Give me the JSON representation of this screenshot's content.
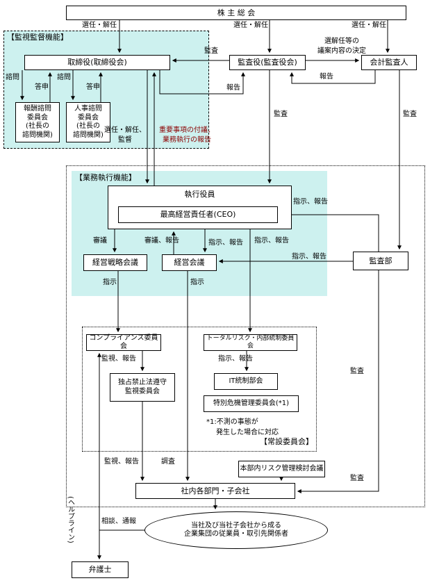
{
  "colors": {
    "cyan_bg": "#cdf1ef",
    "report_red": "#8b0000"
  },
  "sections": {
    "supervision": "【監視監督機能】",
    "execution": "【業務執行機能】",
    "standing": "【常設委員会】"
  },
  "boxes": {
    "shareholders": "株 主 総 会",
    "board": "取締役(取締役会)",
    "audit_board": "監査役(監査役会)",
    "accounting_auditor": "会計監査人",
    "compensation_committee": "報酬諮問\n委員会\n(社長の\n諮問機関)",
    "personnel_committee": "人事諮問\n委員会\n(社長の\n諮問機関)",
    "executive_officers": "執行役員",
    "ceo": "最高経営責任者(CEO)",
    "strategy_council": "経営戦略会議",
    "management_council": "経営会議",
    "audit_dept": "監査部",
    "compliance_committee": "コンプライアンス委員会",
    "risk_committee": "トータルリスク・内部統制委員会",
    "it_control": "IT統制部会",
    "crisis_committee": "特別危機管理委員会(*1)",
    "antitrust_committee": "独占禁止法遵守\n監視委員会",
    "hq_risk_council": "本部内リスク管理検討会議",
    "departments": "社内各部門・子会社",
    "stakeholders": "当社及び当社子会社から成る\n企業集団の従業員・取引先関係者",
    "lawyer": "弁護士"
  },
  "labels": {
    "appoint_dismiss_1": "選任・解任",
    "appoint_dismiss_2": "選任・解任",
    "appoint_dismiss_3": "選任・解任",
    "audit_board_to_directors": "監査",
    "proposal_decision": "選解任等の\n議案内容の決定",
    "report_to_audit_board_right": "報告",
    "report_to_audit_board_left": "報告",
    "consult_1": "諮問",
    "reply_1": "答申",
    "consult_2": "諮問",
    "reply_2": "答申",
    "appoint_supervise": "選任・解任、\n監督",
    "important_matters": "重要事項の付議、\n業務執行の報告",
    "audit_mid_left": "監査",
    "audit_mid_right": "監査",
    "instruct_report_ceo": "指示、報告",
    "deliberate": "審議",
    "deliberate_report": "審議、報告",
    "instruct_report_1": "指示、報告",
    "instruct_report_2": "指示、報告",
    "instruct_report_auditdept": "指示、報告",
    "instruct_1": "指示",
    "instruct_2": "指示",
    "monitor_report_1": "監視、報告",
    "instruct_report_3": "指示、報告",
    "audit_down_1": "監査",
    "note_line_1": "*1:不測の事態が",
    "note_line_2": "発生した場合に対応",
    "monitor_report_2": "監視、報告",
    "investigate": "調査",
    "audit_down_2": "監査",
    "helpline": "(ヘルプライン)",
    "consult_report": "相談、通報"
  }
}
